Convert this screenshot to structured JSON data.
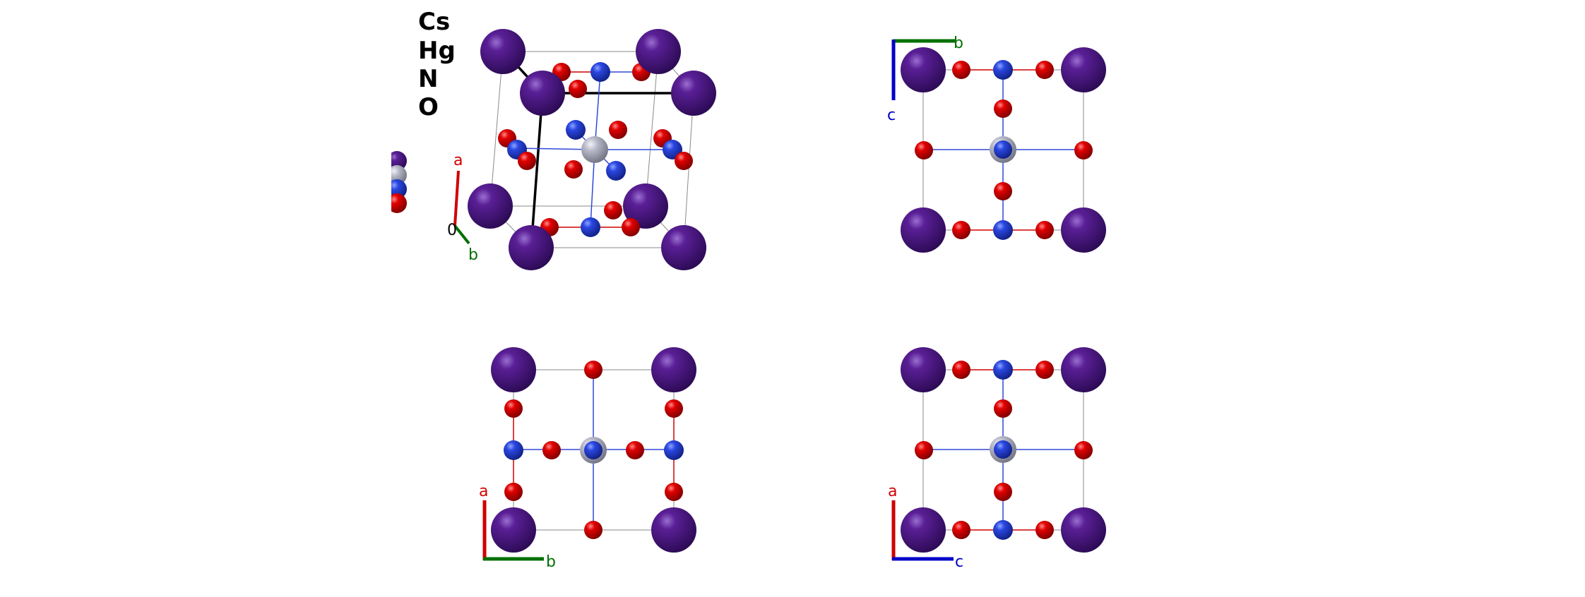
{
  "legend": {
    "elements": [
      "Cs",
      "Hg",
      "N",
      "O"
    ]
  },
  "element_colors": {
    "Cs": "#4b1582",
    "Hg": "#b5b6c6",
    "N": "#2a47e0",
    "O": "#e10000"
  },
  "axis_colors": {
    "a": "#d00000",
    "b": "#007000",
    "c": "#0000c8"
  },
  "panels": {
    "perspective": {
      "axes": {
        "a": "a",
        "b": "b",
        "origin": "0"
      }
    },
    "view_bc": {
      "axes": {
        "horizontal": "b",
        "vertical": "c"
      }
    },
    "view_ab": {
      "axes": {
        "horizontal": "b",
        "vertical": "a"
      }
    },
    "view_ac": {
      "axes": {
        "horizontal": "c",
        "vertical": "a"
      }
    }
  }
}
